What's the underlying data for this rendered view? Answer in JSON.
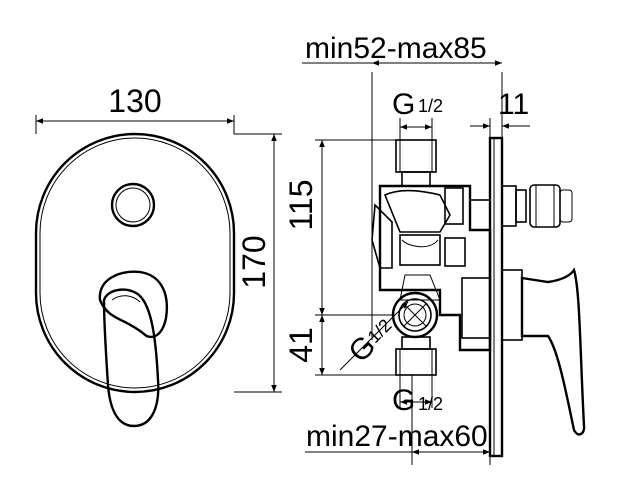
{
  "front_view": {
    "width_label": "130",
    "height_label": "170"
  },
  "side_view": {
    "top_depth_label": "min52-max85",
    "top_thread_label": "G",
    "top_thread_fraction": "1/2",
    "plate_label": "11",
    "upper_height_label": "115",
    "lower_height_label": "41",
    "side_thread_label": "G",
    "side_thread_fraction": "1/2",
    "bottom_thread_label": "G",
    "bottom_thread_fraction": "1/2",
    "bottom_depth_label": "min27-max60"
  }
}
